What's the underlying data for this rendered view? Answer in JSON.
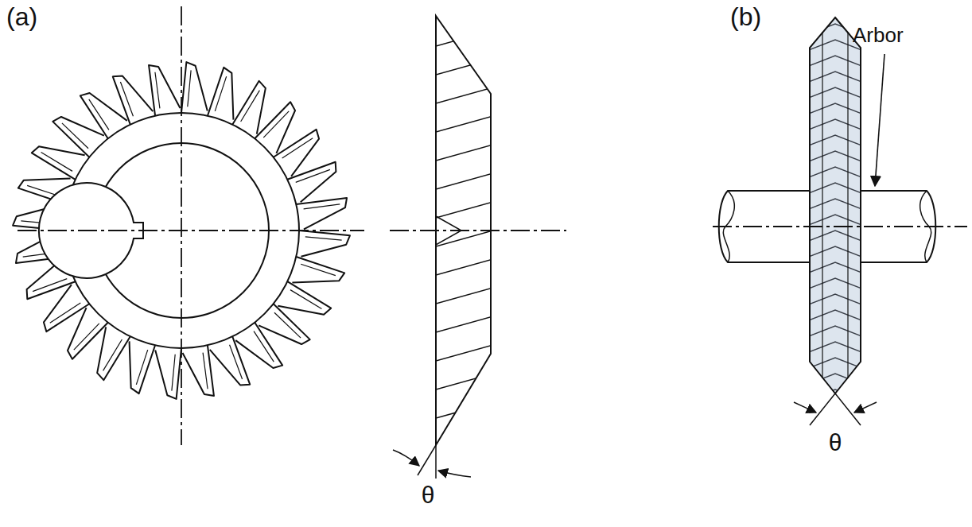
{
  "diagram": {
    "labels": [
      "(a)",
      "θ",
      "(b)",
      "Arbor",
      "θ"
    ]
  }
}
